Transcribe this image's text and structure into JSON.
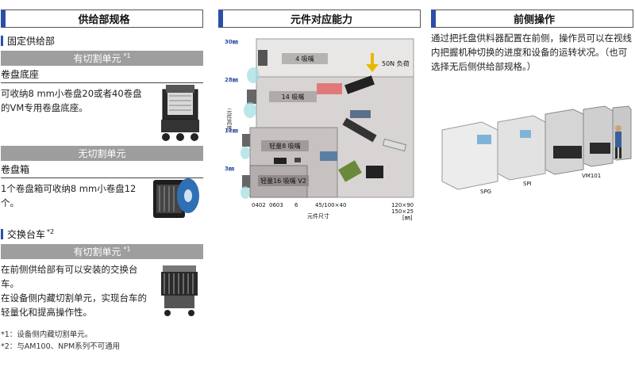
{
  "left": {
    "header": "供给部规格",
    "section1_title": "固定供给部",
    "bar1_label": "有切割单元",
    "bar1_note": "*1",
    "sub1_title": "卷盘底座",
    "sub1_text": "可收纳8 mm小卷盘20或者40卷盘的VM专用卷盘底座。",
    "bar2_label": "无切割单元",
    "sub2_title": "卷盘箱",
    "sub2_text": "1个卷盘箱可收纳8 mm小卷盘12个。",
    "section2_title": "交换台车",
    "section2_note": "*2",
    "bar3_label": "有切割单元",
    "bar3_note": "*1",
    "cart_text_1": "在前侧供给部有可以安装的交换台车。",
    "cart_text_2": "在设备侧内藏切割单元，实现台车的轻量化和提高操作性。",
    "footnote1": "*1：设备侧内藏切割单元。",
    "footnote2": "*2：与AM100、NPM系列不可通用"
  },
  "mid": {
    "header": "元件对应能力",
    "y_axis_label": "元件高度",
    "y_ticks": [
      "30㎜",
      "28㎜",
      "12㎜",
      "3㎜"
    ],
    "x_ticks": [
      "0402",
      "0603",
      "6",
      "45/100×40",
      "120×90",
      "150×25"
    ],
    "x_unit": "[㎜]",
    "x_axis_label": "元件尺寸",
    "zones": [
      "4 吸嘴",
      "14 吸嘴",
      "轻量8 吸嘴",
      "轻量16 吸嘴 V2"
    ],
    "load_label": "50N 负荷"
  },
  "right": {
    "header": "前侧操作",
    "text": "通过把托盘供料器配置在前侧，操作员可以在视线内把握机种切换的进度和设备的运转状况。（也可选择无后侧供给部规格。）",
    "machine_labels": [
      "SPG",
      "SPI",
      "VM101"
    ]
  },
  "colors": {
    "accent": "#2b4fa8",
    "bar_gray": "#9e9e9e",
    "tick_blue": "#2b4fa8"
  }
}
